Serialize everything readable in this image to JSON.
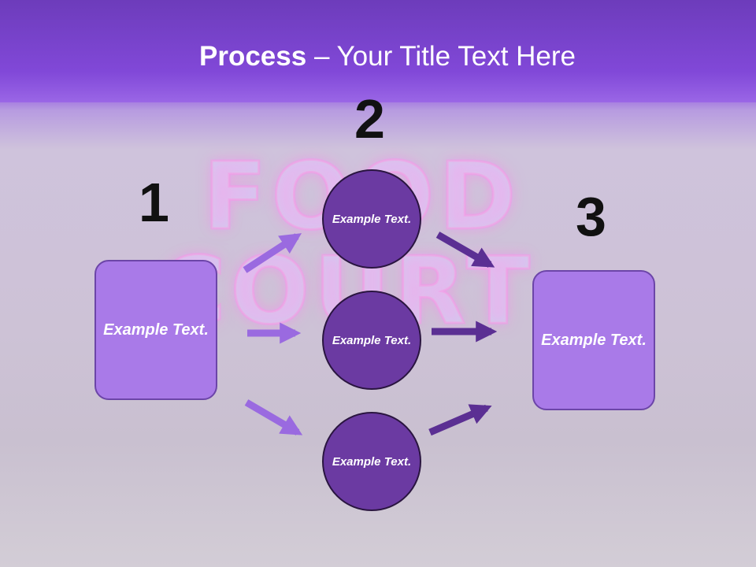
{
  "title": {
    "bold": "Process",
    "rest": " – Your Title Text Here"
  },
  "background_sign": {
    "line1": "FOOD",
    "line2": "COURT"
  },
  "numbers": [
    "1",
    "2",
    "3"
  ],
  "left_box": "Example Text.",
  "right_box": "Example Text.",
  "circles": [
    "Example Text.",
    "Example Text.",
    "Example Text."
  ],
  "colors": {
    "band": "#8148d8",
    "box": "#a97ae8",
    "circle": "#6b3aa2",
    "arrow_light": "#9a6ae0",
    "arrow_dark": "#5b2f93"
  }
}
